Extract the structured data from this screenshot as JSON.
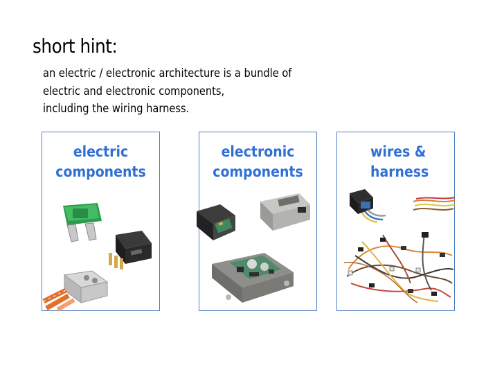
{
  "slide": {
    "title": "short hint:",
    "description_lines": [
      "an electric / electronic architecture is a bundle of",
      "electric and electronic components,",
      "including the wiring harness."
    ]
  },
  "panels": [
    {
      "title_lines": [
        "electric",
        "components"
      ],
      "images": [
        "fuse-photo",
        "relay-photo",
        "connector-plug-photo"
      ]
    },
    {
      "title_lines": [
        "electronic",
        "components"
      ],
      "images": [
        "ecu-module-photo",
        "control-unit-box-photo",
        "circuit-board-housing-photo"
      ]
    },
    {
      "title_lines": [
        "wires &",
        "harness"
      ],
      "images": [
        "connector-with-wires-photo",
        "loose-wires-photo",
        "wiring-harness-photo"
      ]
    }
  ],
  "colors": {
    "panel_title": "#2f6fd6",
    "panel_border": "#4f7fbf",
    "text": "#000000",
    "background": "#ffffff"
  }
}
